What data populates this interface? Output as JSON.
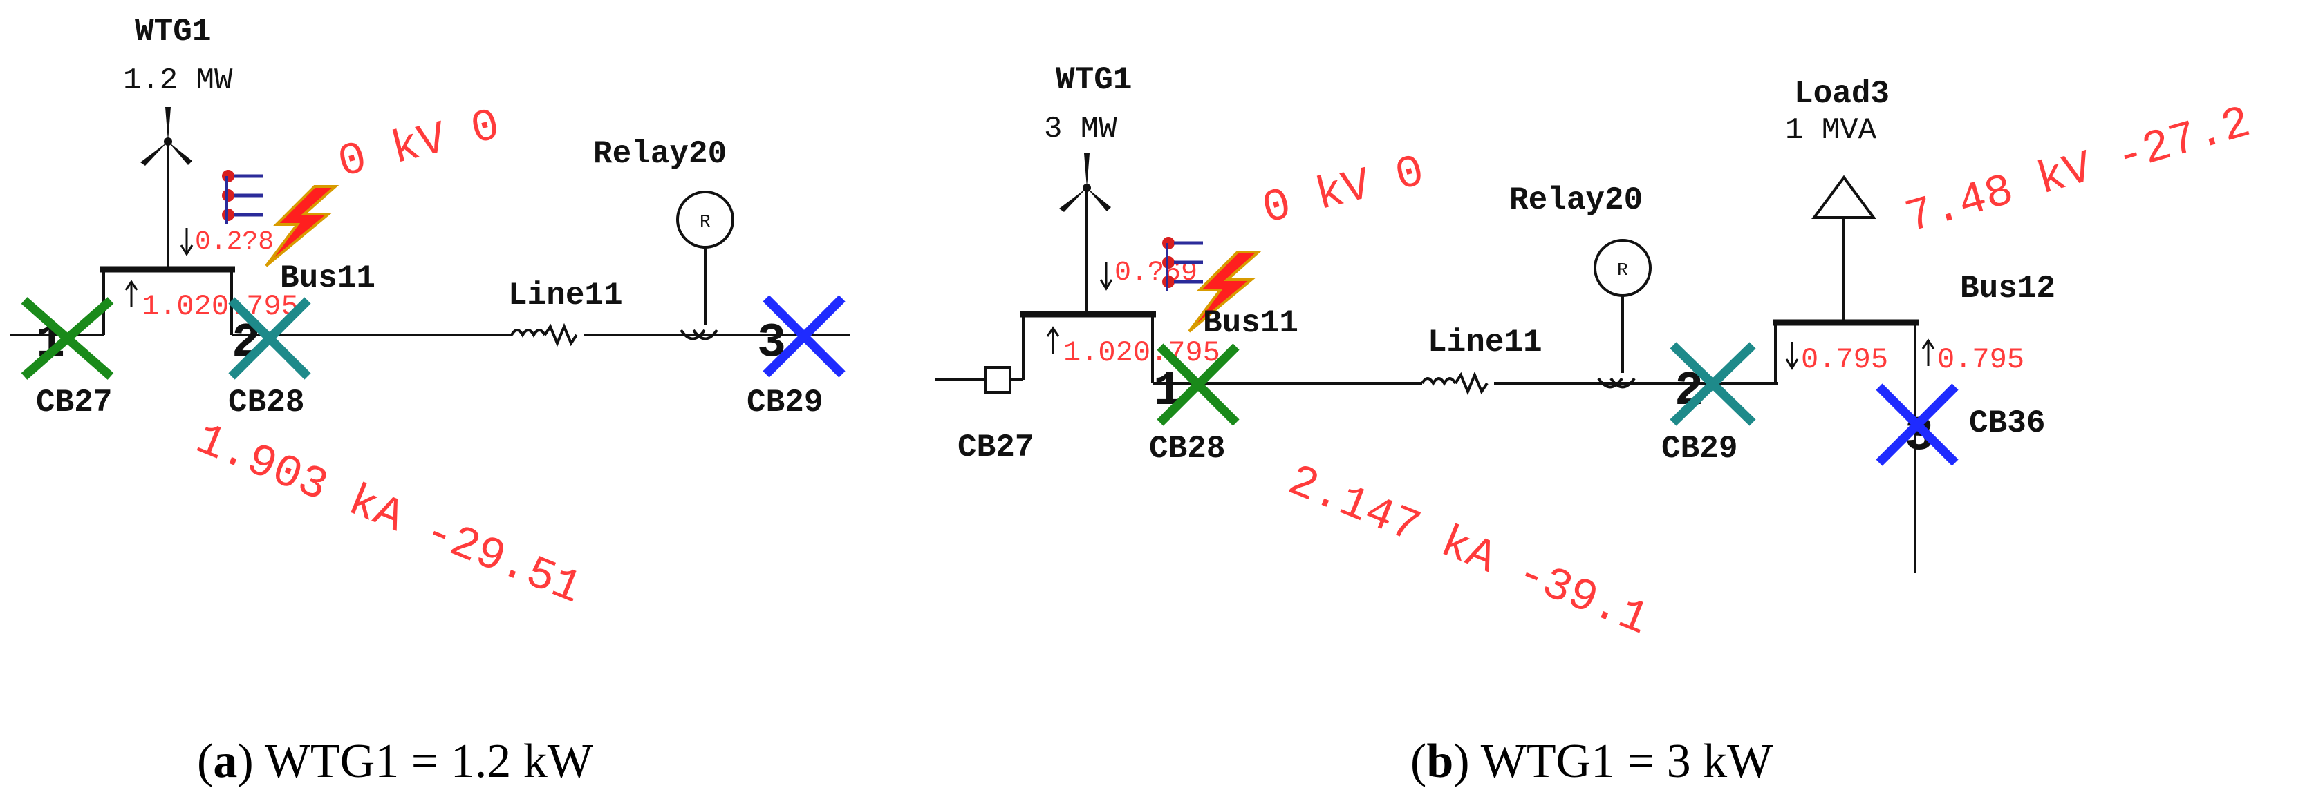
{
  "colors": {
    "result_text": "#ff3b3b",
    "wire": "#111111",
    "x_green": "#1a8a1a",
    "x_teal": "#1e8a8a",
    "x_blue": "#1f2bff",
    "fault_red": "#ff1f1f",
    "fault_yellow": "#ffd21f",
    "relay_blue": "#2b2b9a",
    "relay_red": "#d81f1f"
  },
  "panel_a": {
    "wtg_name": "WTG1",
    "wtg_rating": "1.2 MW",
    "bus_name": "Bus11",
    "line_name": "Line11",
    "relay_name": "Relay20",
    "relay_symbol": "R",
    "cb_left": "CB27",
    "cb_mid": "CB28",
    "cb_right": "CB29",
    "cb_num_left": "1",
    "cb_num_mid": "2",
    "cb_num_right": "3",
    "voltage_result": "0 kV 0",
    "current_result": "1.903 kA -29.51",
    "gen_flow": "0.2?8",
    "bus_flow": "1.020.795",
    "icons": [
      "wind-turbine-icon",
      "fault-bolt-icon",
      "relay-icon",
      "x-mark-icon"
    ]
  },
  "panel_b": {
    "wtg_name": "WTG1",
    "wtg_rating": "3 MW",
    "load_name": "Load3",
    "load_rating": "1 MVA",
    "bus11_name": "Bus11",
    "bus12_name": "Bus12",
    "line_name": "Line11",
    "relay_name": "Relay20",
    "relay_symbol": "R",
    "cb_27": "CB27",
    "cb_28": "CB28",
    "cb_29": "CB29",
    "cb_36": "CB36",
    "cb_num_28": "1",
    "cb_num_29": "2",
    "cb_num_36": "3",
    "voltage_result": "0 kV 0",
    "current_result": "2.147 kA -39.1",
    "load_voltage_result": "7.48 kV -27.2",
    "gen_flow": "0.?69",
    "bus11_flow": "1.020.795",
    "bus12_flow_left": "0.795",
    "bus12_flow_right": "0.795",
    "icons": [
      "wind-turbine-icon",
      "fault-bolt-icon",
      "relay-icon",
      "load-triangle-icon",
      "x-mark-icon"
    ]
  },
  "captions": {
    "a_letter": "a",
    "a_text": " WTG1 = 1.2 kW",
    "b_letter": "b",
    "b_text": " WTG1 = 3 kW"
  }
}
